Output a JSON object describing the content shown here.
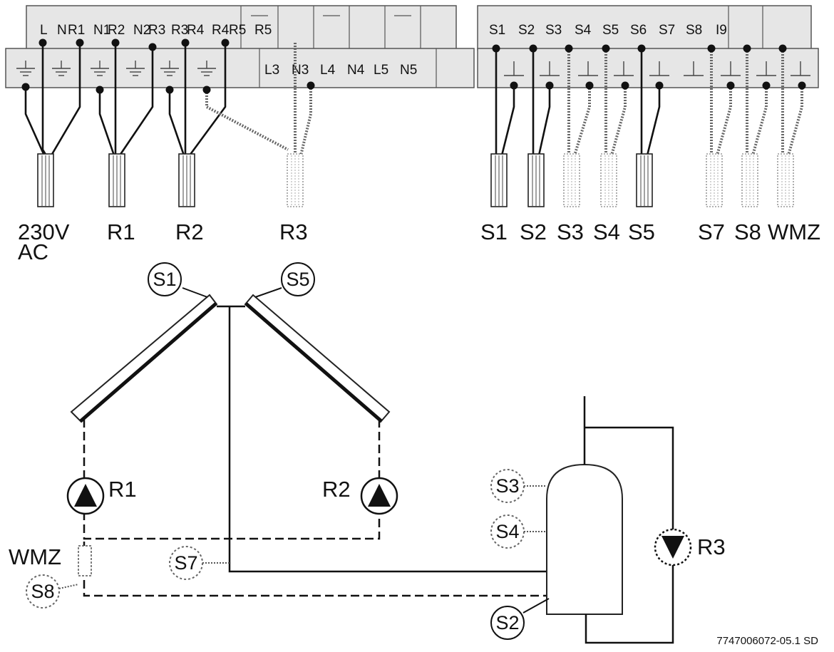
{
  "top_row_left": [
    "L",
    "N",
    "R1",
    "N1",
    "R2",
    "N2",
    "R3",
    "R3",
    "R4",
    "R4",
    "R5",
    "R5"
  ],
  "middle_row_left": [
    "L3",
    "N3",
    "L4",
    "N4",
    "L5",
    "N5"
  ],
  "top_row_right": [
    "S1",
    "S2",
    "S3",
    "S4",
    "S5",
    "S6",
    "S7",
    "S8",
    "I9"
  ],
  "cable_labels_left": {
    "supply_line1": "230V",
    "supply_line2": "AC",
    "r1": "R1",
    "r2": "R2",
    "r3": "R3"
  },
  "cable_labels_right": {
    "s1": "S1",
    "s2": "S2",
    "s3": "S3",
    "s4": "S4",
    "s5": "S5",
    "s7": "S7",
    "s8": "S8",
    "wmz": "WMZ"
  },
  "schematic": {
    "collector_sensor_left": "S1",
    "collector_sensor_right": "S5",
    "pump_left": "R1",
    "pump_right": "R2",
    "pump_storage": "R3",
    "heat_meter": "WMZ",
    "sensor_s8": "S8",
    "sensor_s7": "S7",
    "sensor_s3": "S3",
    "sensor_s4": "S4",
    "sensor_s2": "S2"
  },
  "caption": "7747006072-05.1 SD"
}
